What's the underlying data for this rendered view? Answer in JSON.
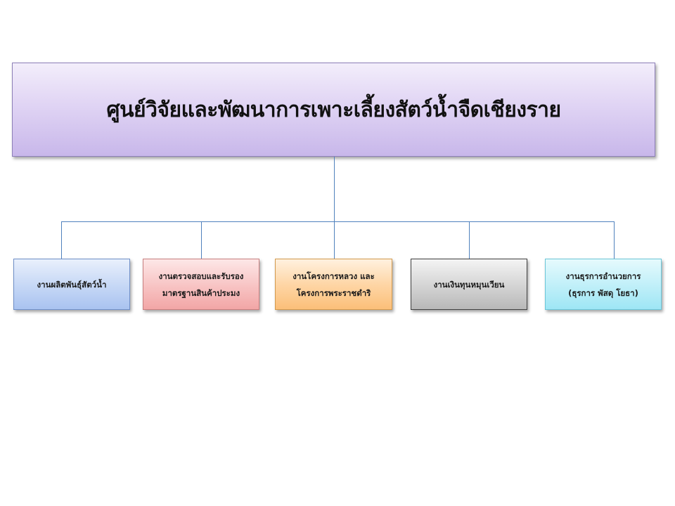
{
  "title": "ศูนย์วิจัยและพัฒนาการเพาะเลี้ยงสัตว์น้ำจืดเชียงราย",
  "units": [
    {
      "lines": [
        "งานผลิตพันธุ์สัตว์น้ำ"
      ],
      "color": "#a9c3f0"
    },
    {
      "lines": [
        "งานตรวจสอบและรับรอง",
        "มาตรฐานสินค้าประมง"
      ],
      "color": "#f2a6a6"
    },
    {
      "lines": [
        "งานโครงการหลวง และ",
        "โครงการพระราชดำริ"
      ],
      "color": "#fbbf79"
    },
    {
      "lines": [
        "งานเงินทุนหมุนเวียน"
      ],
      "color": "#b8b8b8"
    },
    {
      "lines": [
        "งานธุรการอำนวยการ",
        "(ธุรการ พัสดุ โยธา)"
      ],
      "color": "#9ee6f5"
    }
  ],
  "connector_color": "#4f81bd"
}
